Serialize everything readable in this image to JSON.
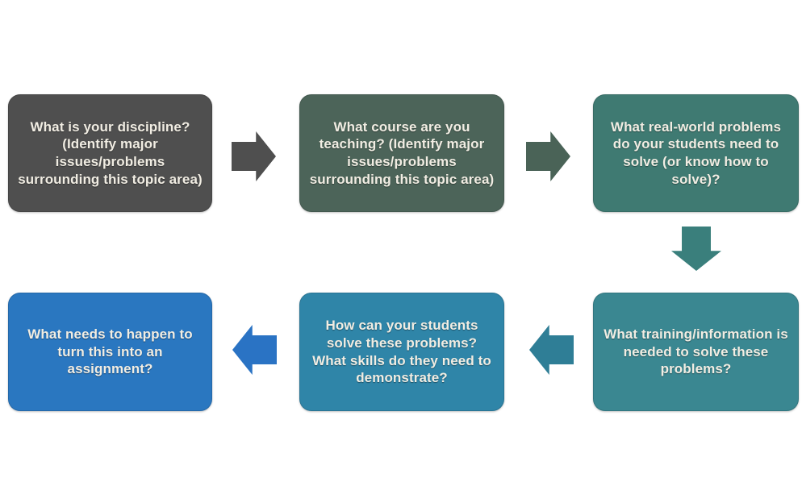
{
  "diagram": {
    "background_color": "#ffffff",
    "text_color": "#f1ede3",
    "nodes": [
      {
        "id": "discipline",
        "label": "What is your discipline? (Identify major issues/problems surrounding this topic area)",
        "color": "#4f4f4f",
        "row": 1,
        "col": 1
      },
      {
        "id": "course",
        "label": "What course are you teaching? (Identify major issues/problems surrounding this topic area)",
        "color": "#4c6459",
        "row": 1,
        "col": 2
      },
      {
        "id": "realworld",
        "label": "What real-world problems do your students need to solve (or know how to solve)?",
        "color": "#3f7a72",
        "row": 1,
        "col": 3
      },
      {
        "id": "training",
        "label": "What training/information is needed to solve these problems?",
        "color": "#3a8791",
        "row": 2,
        "col": 3
      },
      {
        "id": "skills",
        "label": "How can your students solve these problems? What skills do they need to demonstrate?",
        "color": "#2f85a8",
        "row": 2,
        "col": 2
      },
      {
        "id": "assignment",
        "label": "What needs to happen to turn this into an assignment?",
        "color": "#2a77c0",
        "row": 2,
        "col": 1
      }
    ],
    "arrows": [
      {
        "id": "arrow-1",
        "from": "discipline",
        "to": "course",
        "direction": "right",
        "color": "#4f4f4f"
      },
      {
        "id": "arrow-2",
        "from": "course",
        "to": "realworld",
        "direction": "right",
        "color": "#4a6357"
      },
      {
        "id": "arrow-3",
        "from": "realworld",
        "to": "training",
        "direction": "down",
        "color": "#3a7f7c"
      },
      {
        "id": "arrow-4",
        "from": "training",
        "to": "skills",
        "direction": "left",
        "color": "#2f7e96"
      },
      {
        "id": "arrow-5",
        "from": "skills",
        "to": "assignment",
        "direction": "left",
        "color": "#2a73c4"
      }
    ]
  }
}
